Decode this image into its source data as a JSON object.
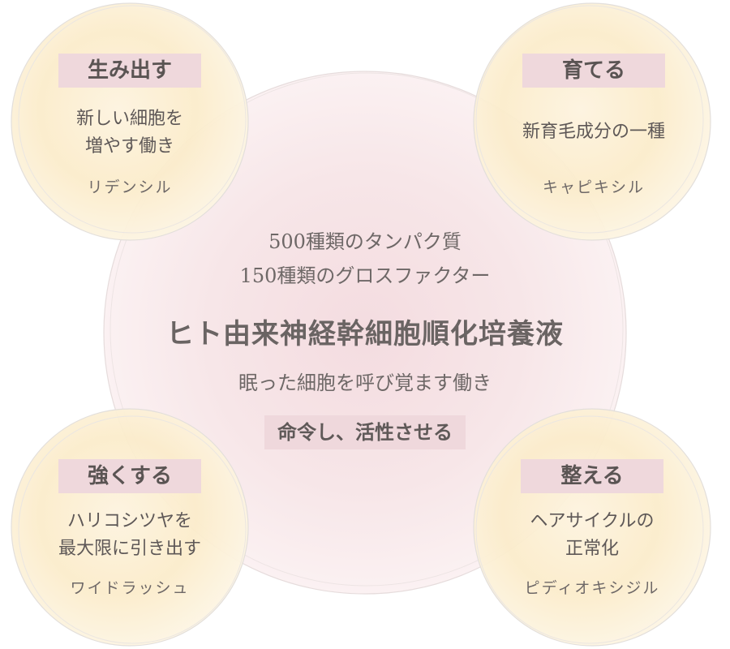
{
  "center": {
    "line1": "500種類のタンパク質",
    "line2": "150種類のグロスファクター",
    "title": "ヒト由来神経幹細胞順化培養液",
    "subtitle": "眠った細胞を呼び覚ます働き",
    "command": "命令し、活性させる"
  },
  "circles": [
    {
      "tag": "生み出す",
      "desc_lines": [
        "新しい細胞を",
        "増やす働き"
      ],
      "ingredient": "リデンシル"
    },
    {
      "tag": "育てる",
      "desc_lines": [
        "新育毛成分の一種"
      ],
      "ingredient": "キャピキシル"
    },
    {
      "tag": "強くする",
      "desc_lines": [
        "ハリコシツヤを",
        "最大限に引き出す"
      ],
      "ingredient": "ワイドラッシュ"
    },
    {
      "tag": "整える",
      "desc_lines": [
        "ヘアサイクルの",
        "正常化"
      ],
      "ingredient": "ピディオキシジル"
    }
  ],
  "colors": {
    "center_fill": "#f6e4e6",
    "circle_fill": "#fbefd3",
    "tag_bg": "#efd8dc",
    "text": "#6e6867"
  }
}
